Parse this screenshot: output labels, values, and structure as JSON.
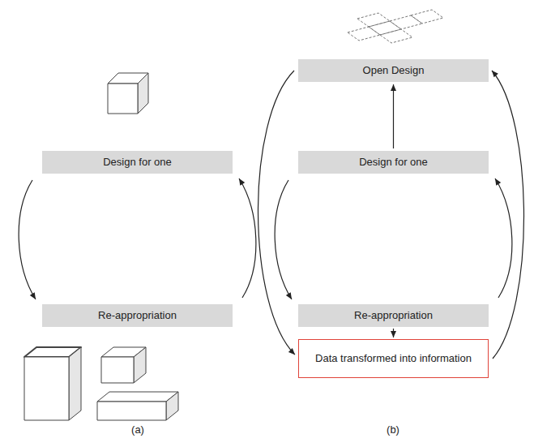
{
  "diagram": {
    "nodes": [
      {
        "text": [
          "Design for one"
        ]
      },
      {
        "text": [
          "Re-appropriation"
        ]
      },
      {
        "text": [
          "Open Design"
        ]
      },
      {
        "text": [
          "Design for one"
        ]
      },
      {
        "text": [
          "Re-appropriation"
        ]
      },
      {
        "text": [
          "Data transformed into information"
        ]
      }
    ],
    "edges": [
      {
        "from": 0,
        "to": 1,
        "arrow": "to"
      },
      {
        "from": 1,
        "to": 0,
        "arrow": "to"
      },
      {
        "from": 3,
        "to": 2,
        "arrow": "to"
      },
      {
        "from": 3,
        "to": 4,
        "arrow": "to"
      },
      {
        "from": 4,
        "to": 3,
        "arrow": "to"
      },
      {
        "from": 4,
        "to": 5,
        "arrow": "to"
      },
      {
        "from": 2,
        "to": 5,
        "arrow": "to"
      },
      {
        "from": 5,
        "to": 2,
        "arrow": "to"
      }
    ],
    "labels": [
      "(a)",
      "(b)"
    ]
  }
}
